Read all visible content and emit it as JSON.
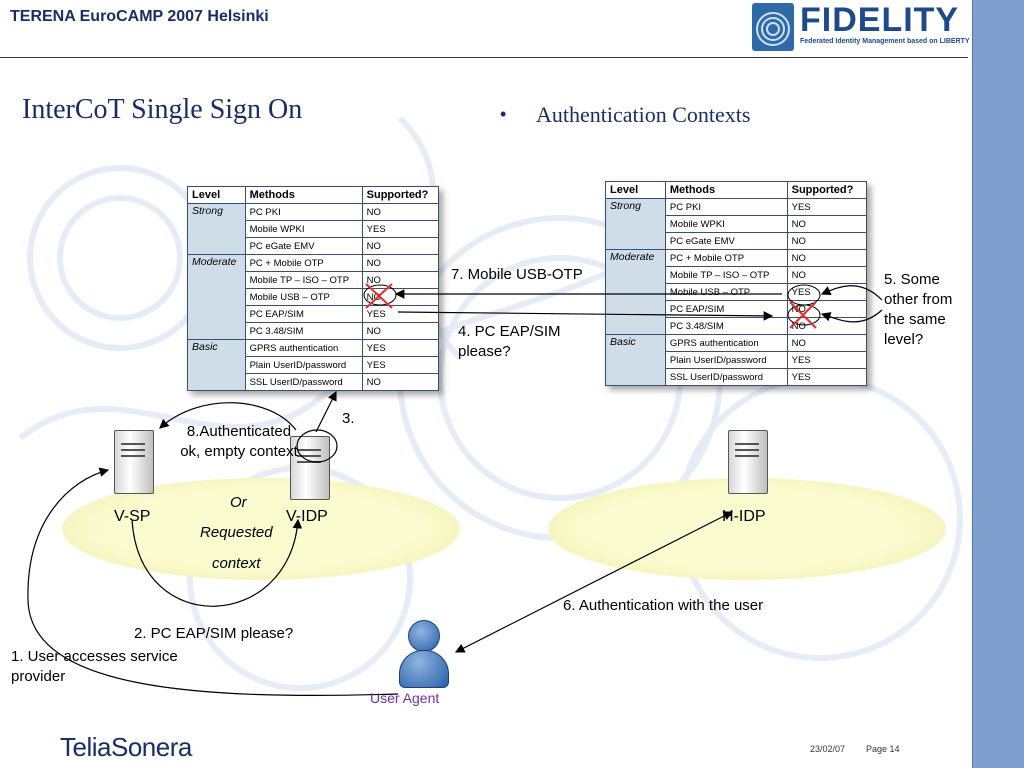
{
  "header": {
    "title": "TERENA EuroCAMP 2007 Helsinki"
  },
  "logo": {
    "word": "FIDELITY",
    "tagline": "Federated Identity Management based on LIBERTY"
  },
  "slide": {
    "title": "InterCoT Single Sign On",
    "bullet": "Authentication Contexts"
  },
  "tables": {
    "headers": [
      "Level",
      "Methods",
      "Supported?"
    ],
    "left": {
      "rows": [
        {
          "level": "Strong",
          "method": "PC PKI",
          "supported": "NO"
        },
        {
          "level": "",
          "method": "Mobile WPKI",
          "supported": "YES"
        },
        {
          "level": "",
          "method": "PC eGate EMV",
          "supported": "NO"
        },
        {
          "level": "Moderate",
          "method": "PC + Mobile OTP",
          "supported": "NO"
        },
        {
          "level": "",
          "method": "Mobile TP – ISO – OTP",
          "supported": "NO"
        },
        {
          "level": "",
          "method": "Mobile USB – OTP",
          "supported": "NO"
        },
        {
          "level": "",
          "method": "PC EAP/SIM",
          "supported": "YES"
        },
        {
          "level": "",
          "method": "PC 3.48/SIM",
          "supported": "NO"
        },
        {
          "level": "Basic",
          "method": "GPRS authentication",
          "supported": "YES"
        },
        {
          "level": "",
          "method": "Plain UserID/password",
          "supported": "YES"
        },
        {
          "level": "",
          "method": "SSL UserID/password",
          "supported": "NO"
        }
      ]
    },
    "right": {
      "rows": [
        {
          "level": "Strong",
          "method": "PC PKI",
          "supported": "YES"
        },
        {
          "level": "",
          "method": "Mobile WPKI",
          "supported": "NO"
        },
        {
          "level": "",
          "method": "PC eGate EMV",
          "supported": "NO"
        },
        {
          "level": "Moderate",
          "method": "PC + Mobile OTP",
          "supported": "NO"
        },
        {
          "level": "",
          "method": "Mobile TP – ISO – OTP",
          "supported": "NO"
        },
        {
          "level": "",
          "method": "Mobile USB – OTP",
          "supported": "YES"
        },
        {
          "level": "",
          "method": "PC EAP/SIM",
          "supported": "NO"
        },
        {
          "level": "",
          "method": "PC 3.48/SIM",
          "supported": "NO"
        },
        {
          "level": "Basic",
          "method": "GPRS authentication",
          "supported": "NO"
        },
        {
          "level": "",
          "method": "Plain UserID/password",
          "supported": "YES"
        },
        {
          "level": "",
          "method": "SSL UserID/password",
          "supported": "YES"
        }
      ]
    }
  },
  "nodes": {
    "vsp": "V-SP",
    "vidp": "V-IDP",
    "hidp": "H-IDP",
    "user_agent": "User Agent"
  },
  "steps": {
    "s1": "1. User accesses service provider",
    "s2": "2. PC EAP/SIM please?",
    "s3": "3.",
    "s4": "4. PC EAP/SIM please?",
    "s5": "5. Some other from the same level?",
    "s6": "6. Authentication with the user",
    "s7": "7. Mobile USB-OTP",
    "s8_a": "8.Authenticated ok, empty context",
    "s8_or": "Or",
    "s8_b": "Requested",
    "s8_c": "context"
  },
  "footer": {
    "brand": "TeliaSonera",
    "date": "23/02/07",
    "page": "Page 14"
  },
  "colors": {
    "navy": "#1a2e66",
    "accent_bar": "#7fa0cf",
    "ellipse": "#fbfbd0",
    "cross": "#e03030"
  }
}
